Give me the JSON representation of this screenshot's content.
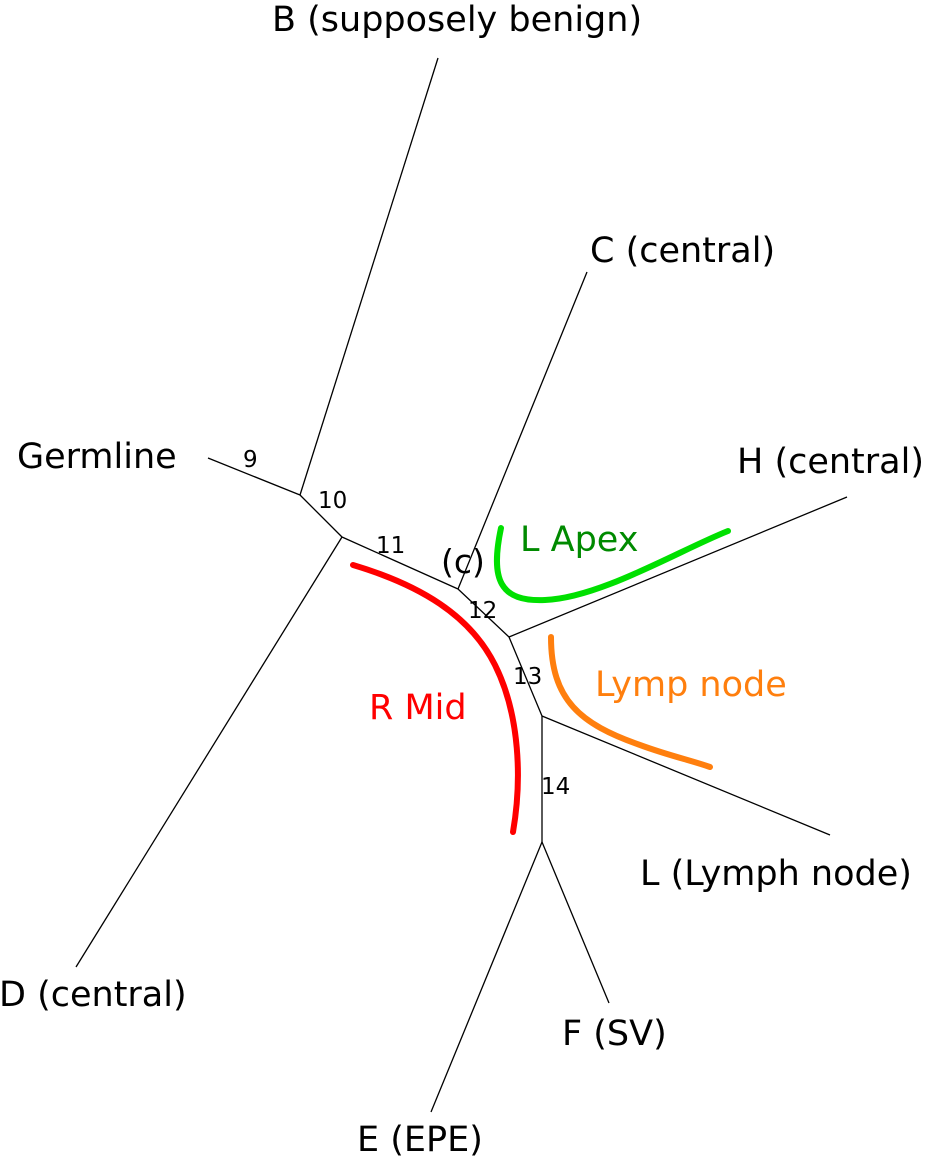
{
  "tips": {
    "b": "B (supposely benign)",
    "c": "C (central)",
    "germline": "Germline",
    "h": "H (central)",
    "l": "L (Lymph node)",
    "d": "D (central)",
    "f": "F (SV)",
    "e": "E (EPE)"
  },
  "nodes": {
    "n9": "9",
    "n10": "10",
    "n11": "11",
    "n12": "12",
    "n13": "13",
    "n14": "14"
  },
  "marker_c": "(c)",
  "regions": {
    "l_apex": {
      "label": "L Apex",
      "color": "#00e000",
      "label_color": "#008a00"
    },
    "lymp_node": {
      "label": "Lymp node",
      "color": "#ff7f0e",
      "label_color": "#ff7f0e"
    },
    "r_mid": {
      "label": "R Mid",
      "color": "#ff0000",
      "label_color": "#ff0000"
    }
  }
}
